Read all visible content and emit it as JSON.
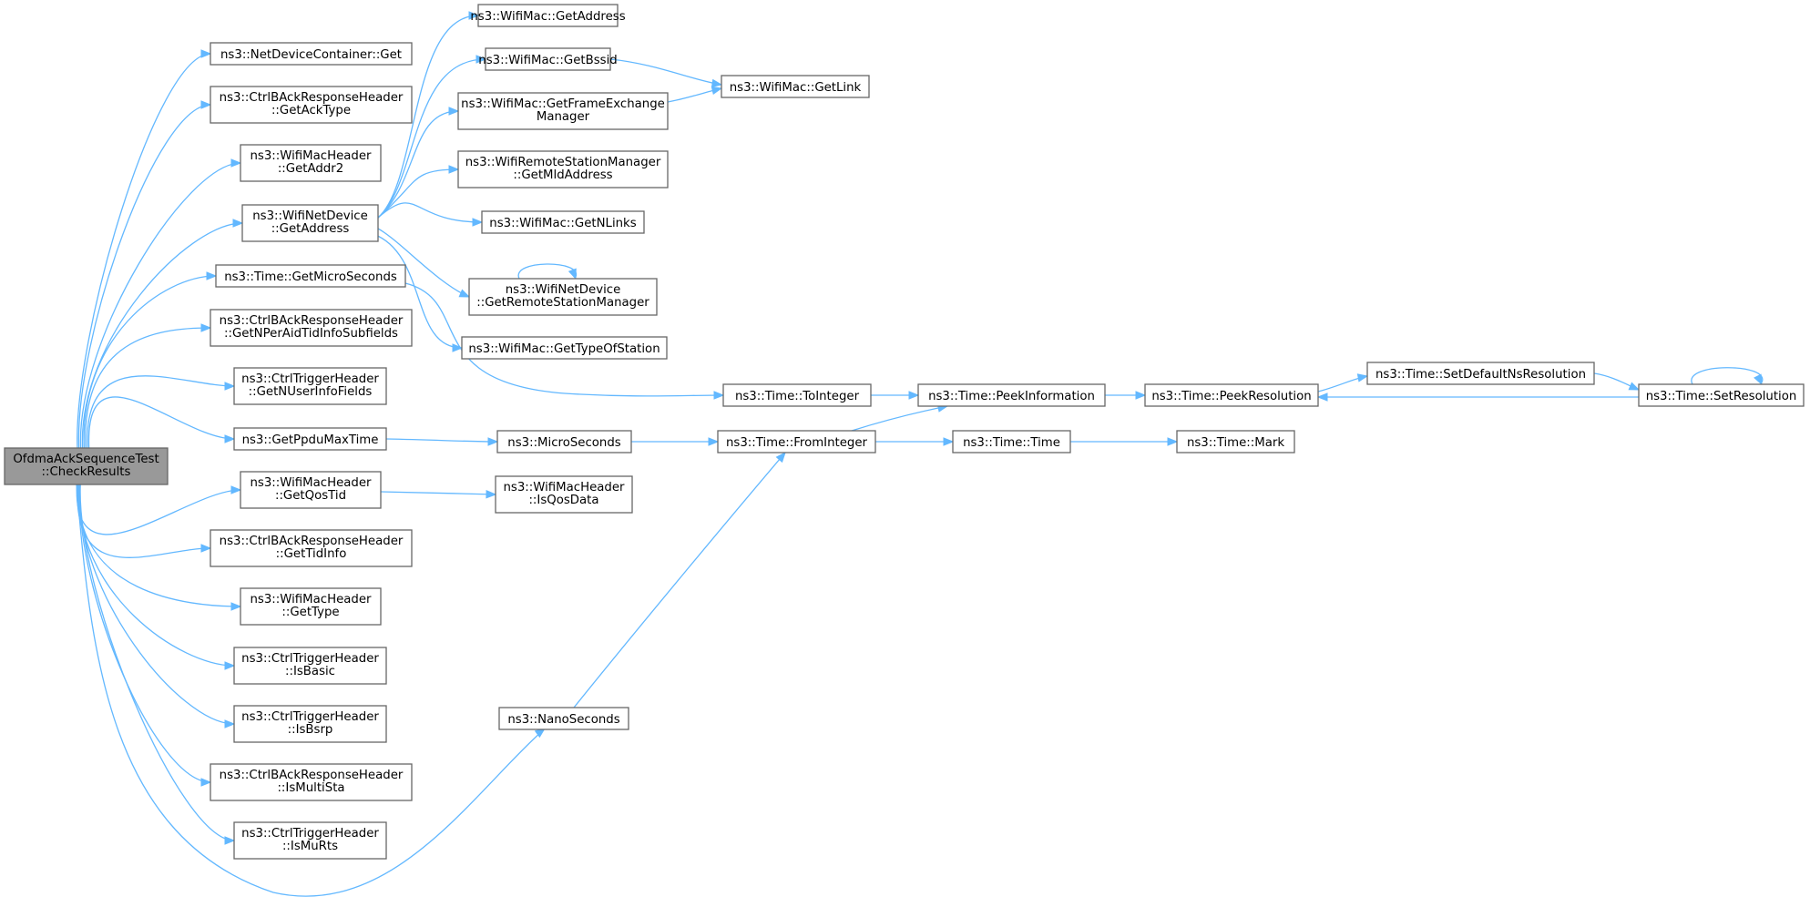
{
  "colors": {
    "edge": "#63b8ff",
    "node_border": "#666666",
    "root_fill": "#999999",
    "background": "#ffffff"
  },
  "nodes": {
    "root": [
      "OfdmaAckSequenceTest",
      "::CheckResults"
    ],
    "netdevicecontainer_get": [
      "ns3::NetDeviceContainer::Get"
    ],
    "ctrlback_getacktype": [
      "ns3::CtrlBAckResponseHeader",
      "::GetAckType"
    ],
    "wifimacheader_getaddr2": [
      "ns3::WifiMacHeader",
      "::GetAddr2"
    ],
    "wifinetdevice_getaddress": [
      "ns3::WifiNetDevice",
      "::GetAddress"
    ],
    "time_getmicroseconds": [
      "ns3::Time::GetMicroSeconds"
    ],
    "ctrlback_getnperaid": [
      "ns3::CtrlBAckResponseHeader",
      "::GetNPerAidTidInfoSubfields"
    ],
    "ctrltrigger_getnuserinfo": [
      "ns3::CtrlTriggerHeader",
      "::GetNUserInfoFields"
    ],
    "getppdumaxtime": [
      "ns3::GetPpduMaxTime"
    ],
    "wifimacheader_getqostid": [
      "ns3::WifiMacHeader",
      "::GetQosTid"
    ],
    "ctrlback_gettidinfo": [
      "ns3::CtrlBAckResponseHeader",
      "::GetTidInfo"
    ],
    "wifimacheader_gettype": [
      "ns3::WifiMacHeader",
      "::GetType"
    ],
    "ctrltrigger_isbasic": [
      "ns3::CtrlTriggerHeader",
      "::IsBasic"
    ],
    "ctrltrigger_isbsrp": [
      "ns3::CtrlTriggerHeader",
      "::IsBsrp"
    ],
    "ctrlback_ismultista": [
      "ns3::CtrlBAckResponseHeader",
      "::IsMultiSta"
    ],
    "ctrltrigger_ismurts": [
      "ns3::CtrlTriggerHeader",
      "::IsMuRts"
    ],
    "wifimac_getaddress": [
      "ns3::WifiMac::GetAddress"
    ],
    "wifimac_getbssid": [
      "ns3::WifiMac::GetBssid"
    ],
    "wifimac_getframeexchange": [
      "ns3::WifiMac::GetFrameExchange",
      "Manager"
    ],
    "wifiremote_getmldaddress": [
      "ns3::WifiRemoteStationManager",
      "::GetMldAddress"
    ],
    "wifimac_getnlinks": [
      "ns3::WifiMac::GetNLinks"
    ],
    "wifinetdevice_getremote": [
      "ns3::WifiNetDevice",
      "::GetRemoteStationManager"
    ],
    "wifimac_gettypeofstation": [
      "ns3::WifiMac::GetTypeOfStation"
    ],
    "wifimac_getlink": [
      "ns3::WifiMac::GetLink"
    ],
    "microseconds": [
      "ns3::MicroSeconds"
    ],
    "wifimacheader_isqosdata": [
      "ns3::WifiMacHeader",
      "::IsQosData"
    ],
    "nanoseconds": [
      "ns3::NanoSeconds"
    ],
    "time_tointeger": [
      "ns3::Time::ToInteger"
    ],
    "time_frominteger": [
      "ns3::Time::FromInteger"
    ],
    "time_peekinformation": [
      "ns3::Time::PeekInformation"
    ],
    "time_time": [
      "ns3::Time::Time"
    ],
    "time_peekresolution": [
      "ns3::Time::PeekResolution"
    ],
    "time_mark": [
      "ns3::Time::Mark"
    ],
    "time_setdefaultns": [
      "ns3::Time::SetDefaultNsResolution"
    ],
    "time_setresolution": [
      "ns3::Time::SetResolution"
    ]
  }
}
